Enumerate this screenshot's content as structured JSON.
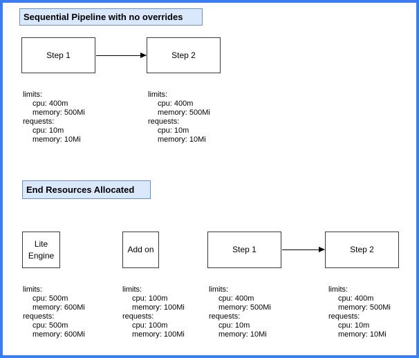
{
  "colors": {
    "canvas_border": "#3b7cf0",
    "canvas_background": "#ffffff",
    "title_fill": "#dae8fc",
    "title_stroke": "#6c8ebf",
    "node_fill": "#ffffff",
    "node_stroke": "#383838",
    "arrow_color": "#000000",
    "text_color": "#000000"
  },
  "sections": [
    {
      "title": "Sequential Pipeline with no overrides",
      "nodes": [
        {
          "label": "Step 1"
        },
        {
          "label": "Step 2"
        }
      ],
      "connections": [
        {
          "from": "Step 1",
          "to": "Step 2"
        }
      ],
      "resource_blocks": [
        {
          "for": "Step 1",
          "lines": [
            "limits:",
            "cpu: 400m",
            "memory: 500Mi",
            "requests:",
            "cpu: 10m",
            "memory: 10Mi"
          ]
        },
        {
          "for": "Step 2",
          "lines": [
            "limits:",
            "cpu: 400m",
            "memory: 500Mi",
            "requests:",
            "cpu: 10m",
            "memory: 10Mi"
          ]
        }
      ]
    },
    {
      "title": "End Resources Allocated",
      "nodes": [
        {
          "label": "Lite Engine"
        },
        {
          "label": "Add on"
        },
        {
          "label": "Step 1"
        },
        {
          "label": "Step 2"
        }
      ],
      "connections": [
        {
          "from": "Step 1",
          "to": "Step 2"
        }
      ],
      "resource_blocks": [
        {
          "for": "Lite Engine",
          "lines": [
            "limits:",
            "cpu: 500m",
            "memory: 600Mi",
            "requests:",
            "cpu: 500m",
            "memory: 600Mi"
          ]
        },
        {
          "for": "Add on",
          "lines": [
            "limits:",
            "cpu: 100m",
            "memory: 100Mi",
            "requests:",
            "cpu: 100m",
            "memory: 100Mi"
          ]
        },
        {
          "for": "Step 1",
          "lines": [
            "limits:",
            "cpu: 400m",
            "memory: 500Mi",
            "requests:",
            "cpu: 10m",
            "memory: 10Mi"
          ]
        },
        {
          "for": "Step 2",
          "lines": [
            "limits:",
            "cpu: 400m",
            "memory: 500Mi",
            "requests:",
            "cpu: 10m",
            "memory: 10Mi"
          ]
        }
      ]
    }
  ]
}
